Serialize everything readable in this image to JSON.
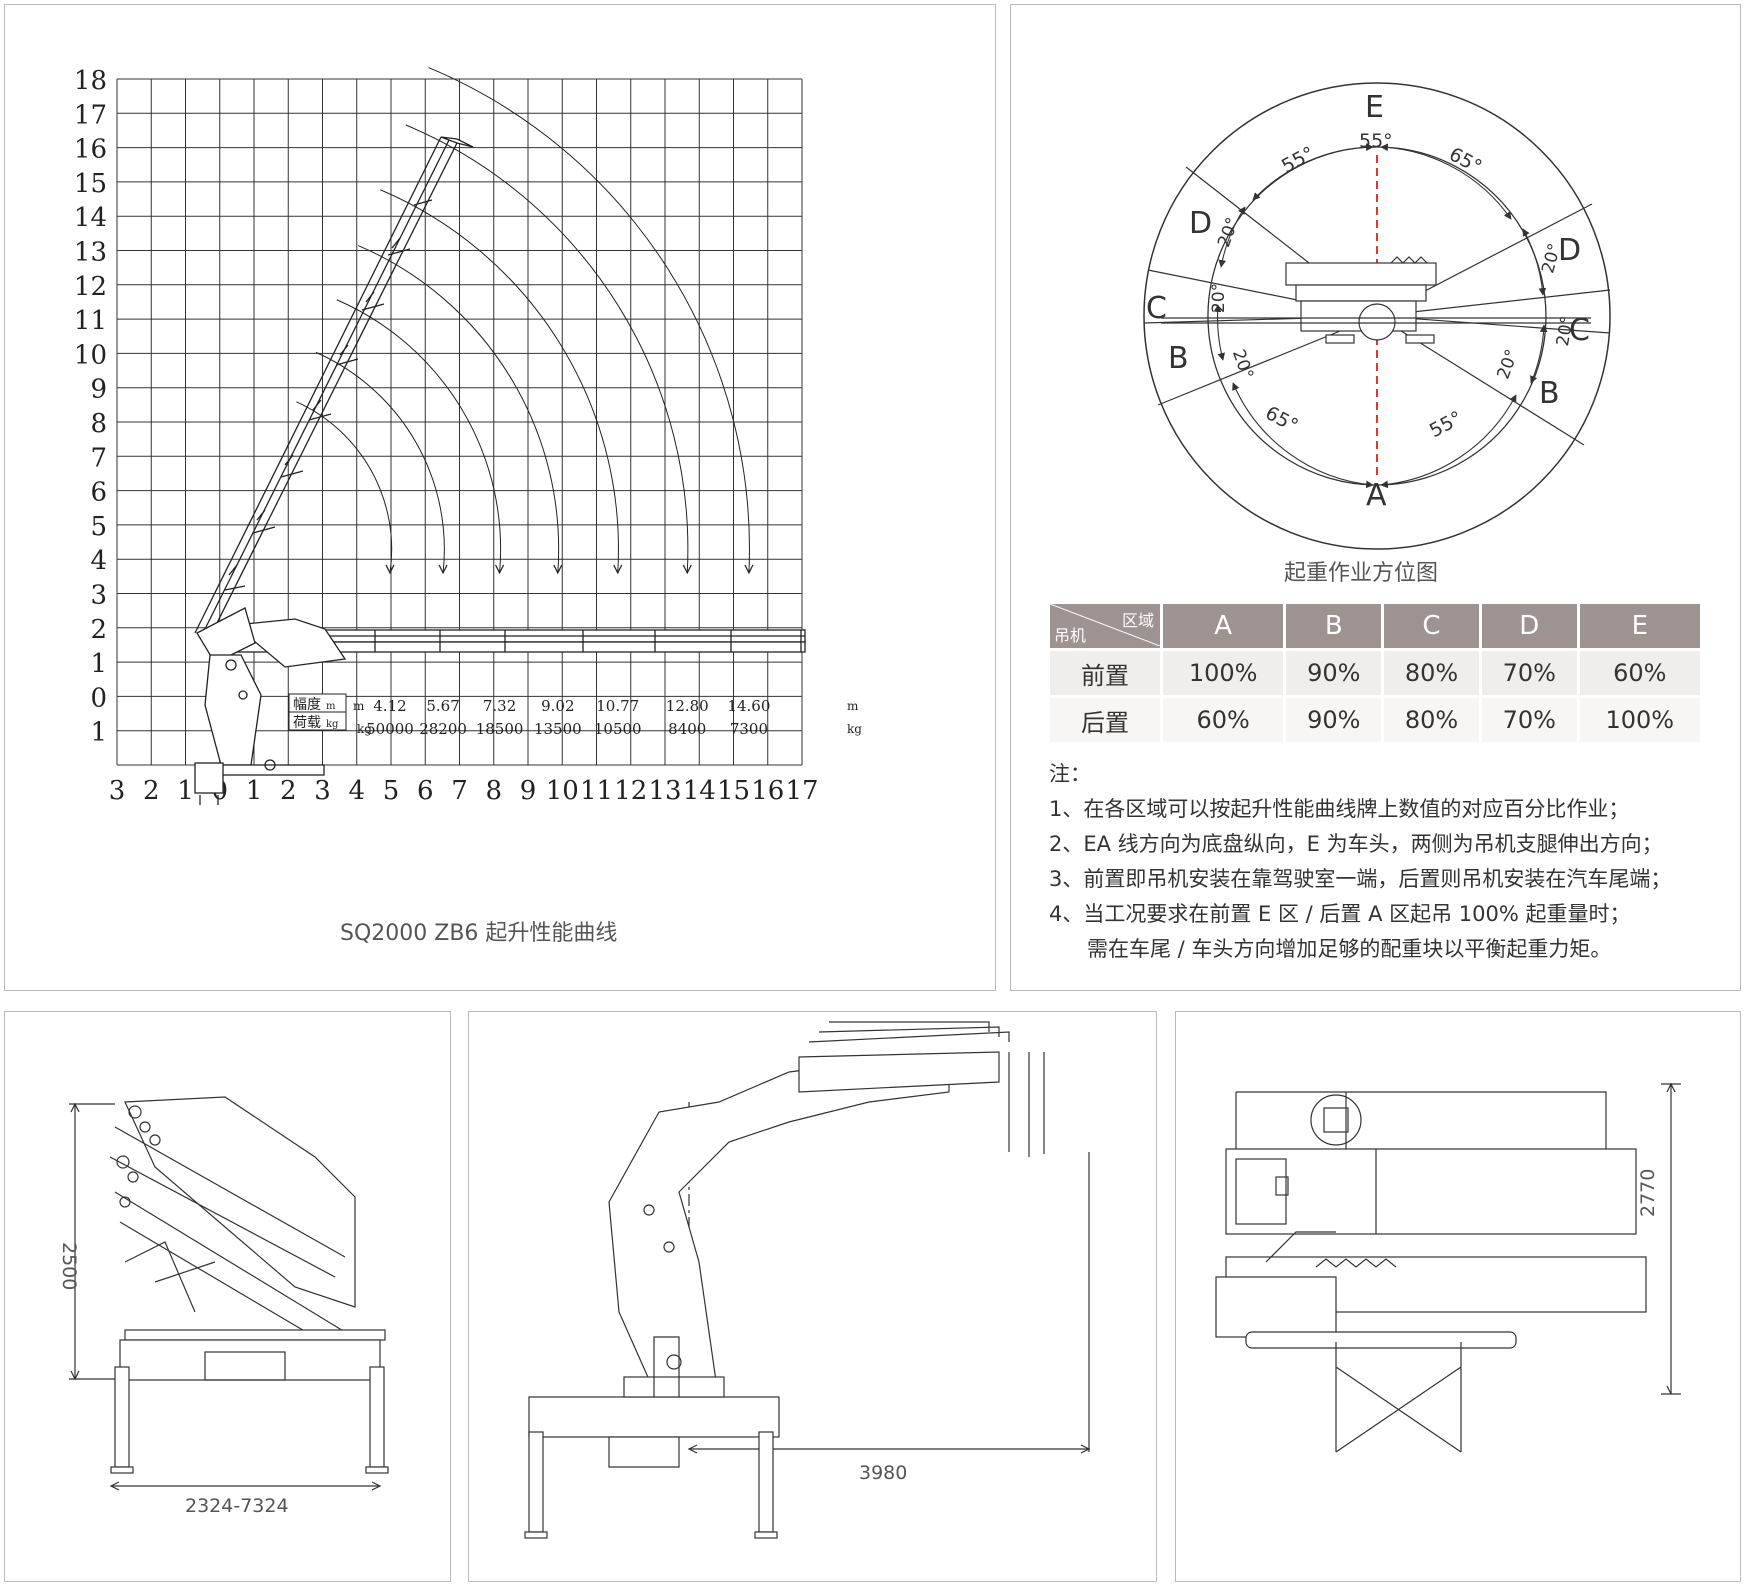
{
  "chart": {
    "caption": "SQ2000  ZB6 起升性能曲线",
    "y_ticks": [
      "18",
      "17",
      "16",
      "15",
      "14",
      "13",
      "12",
      "11",
      "10",
      "9",
      "8",
      "7",
      "6",
      "5",
      "4",
      "3",
      "2",
      "1",
      "0",
      "1"
    ],
    "x_ticks": [
      "3",
      "2",
      "1",
      "0",
      "1",
      "2",
      "3",
      "4",
      "5",
      "6",
      "7",
      "8",
      "9",
      "10",
      "11",
      "12",
      "13",
      "14",
      "15",
      "16",
      "17"
    ],
    "legend": {
      "radius_label": "幅度",
      "radius_unit": "m",
      "load_label": "荷载",
      "load_unit": "kg"
    },
    "unit_m": "m",
    "unit_kg": "kg",
    "capacity": [
      {
        "radius": "4.12",
        "load": "50000",
        "r": 4.12
      },
      {
        "radius": "5.67",
        "load": "28200",
        "r": 5.67
      },
      {
        "radius": "7.32",
        "load": "18500",
        "r": 7.32
      },
      {
        "radius": "9.02",
        "load": "13500",
        "r": 9.02
      },
      {
        "radius": "10.77",
        "load": "10500",
        "r": 10.77
      },
      {
        "radius": "12.80",
        "load": "8400",
        "r": 12.8
      },
      {
        "radius": "14.60",
        "load": "7300",
        "r": 14.6
      }
    ]
  },
  "orientation": {
    "caption": "起重作业方位图",
    "zones": {
      "A": "A",
      "B": "B",
      "C": "C",
      "D": "D",
      "E": "E"
    },
    "angles": {
      "a55": "55°",
      "a65": "65°",
      "a20": "20°"
    }
  },
  "zone_table": {
    "corner_top": "区域",
    "corner_bottom": "吊机",
    "headers": [
      "A",
      "B",
      "C",
      "D",
      "E"
    ],
    "rows": [
      {
        "label": "前置",
        "values": [
          "100%",
          "90%",
          "80%",
          "70%",
          "60%"
        ]
      },
      {
        "label": "后置",
        "values": [
          "60%",
          "90%",
          "80%",
          "70%",
          "100%"
        ]
      }
    ]
  },
  "notes": {
    "title": "注：",
    "items": [
      "1、在各区域可以按起升性能曲线牌上数值的对应百分比作业；",
      "2、EA 线方向为底盘纵向，E 为车头，两侧为吊机支腿伸出方向；",
      "3、前置即吊机安装在靠驾驶室一端，后置则吊机安装在汽车尾端；",
      "4、当工况要求在前置 E 区 / 后置 A 区起吊 100% 起重量时；",
      "需在车尾 / 车头方向增加足够的配重块以平衡起重力矩。"
    ]
  },
  "drawings": {
    "front_height": "2500",
    "front_width": "2324-7324",
    "side_length": "3980",
    "rear_height": "2770"
  }
}
